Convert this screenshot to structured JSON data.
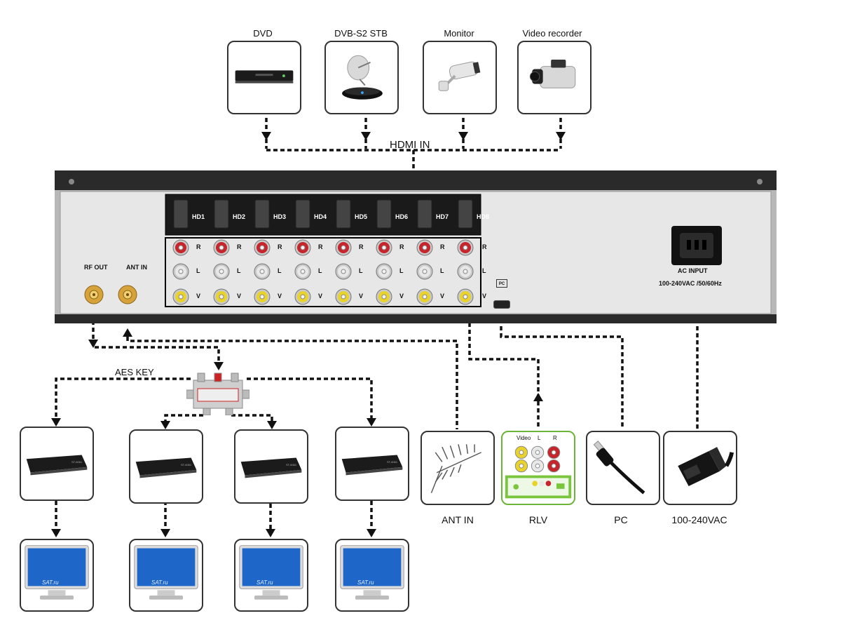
{
  "sources": [
    {
      "label": "DVD",
      "icon": "dvd-player-icon"
    },
    {
      "label": "DVB-S2 STB",
      "icon": "satellite-receiver-icon"
    },
    {
      "label": "Monitor",
      "icon": "security-camera-icon"
    },
    {
      "label": "Video recorder",
      "icon": "camcorder-icon"
    }
  ],
  "hdmi_in_label": "HDMI IN",
  "panel": {
    "hdmi_ports": [
      "HD1",
      "HD2",
      "HD3",
      "HD4",
      "HD5",
      "HD6",
      "HD7",
      "HD8"
    ],
    "rca_labels": [
      "R",
      "L",
      "V"
    ],
    "rf_out": "RF OUT",
    "ant_in": "ANT IN",
    "pc_port": "PC",
    "ac_input": "AC INPUT",
    "ac_spec": "100-240VAC /50/60Hz"
  },
  "aes_key_label": "AES KEY",
  "receivers": [
    {
      "icon": "set-top-box-icon",
      "brand": "ST-6061"
    },
    {
      "icon": "set-top-box-icon",
      "brand": "ST-6061"
    },
    {
      "icon": "set-top-box-icon",
      "brand": "ST-6061"
    },
    {
      "icon": "set-top-box-icon",
      "brand": "ST-6061"
    }
  ],
  "tv_screen_text": "SAT.ru",
  "peripherals": [
    {
      "label": "ANT IN",
      "icon": "antenna-icon"
    },
    {
      "label": "RLV",
      "icon": "rca-panel-icon",
      "rca_text": [
        "Video",
        "L",
        "R"
      ]
    },
    {
      "label": "PC",
      "icon": "usb-cable-icon"
    },
    {
      "label": "100-240VAC",
      "icon": "power-cord-icon"
    }
  ],
  "colors": {
    "rca_red": "#c8242b",
    "rca_white": "#e8e8e8",
    "rca_yellow": "#e9d32a",
    "gold": "#d6a33a",
    "screen": "#1e66c8",
    "green_panel": "#79c63d"
  }
}
